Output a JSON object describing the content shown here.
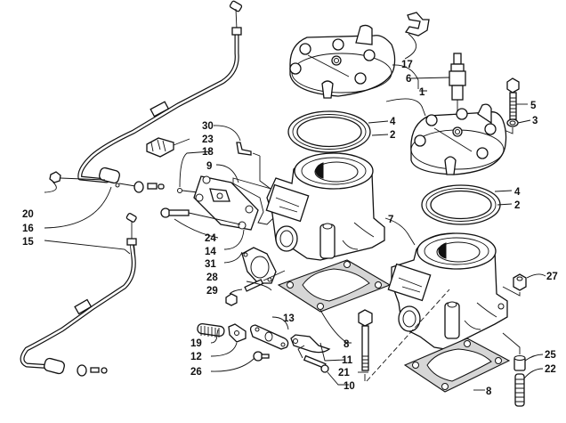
{
  "diagram": {
    "title": "Cylinder and Head Assembly (exploded parts view)",
    "callouts": [
      {
        "id": "c1",
        "label": "1",
        "part": "cylinder-head"
      },
      {
        "id": "c2a",
        "label": "2",
        "part": "head-gasket-outer"
      },
      {
        "id": "c2b",
        "label": "2",
        "part": "head-gasket-outer"
      },
      {
        "id": "c3",
        "label": "3",
        "part": "washer"
      },
      {
        "id": "c4a",
        "label": "4",
        "part": "o-ring"
      },
      {
        "id": "c4b",
        "label": "4",
        "part": "o-ring"
      },
      {
        "id": "c5",
        "label": "5",
        "part": "head-bolt"
      },
      {
        "id": "c6",
        "label": "6",
        "part": "spark-plug"
      },
      {
        "id": "c7",
        "label": "7",
        "part": "cylinder"
      },
      {
        "id": "c8a",
        "label": "8",
        "part": "base-gasket"
      },
      {
        "id": "c8b",
        "label": "8",
        "part": "base-gasket"
      },
      {
        "id": "c9",
        "label": "9",
        "part": "exhaust-valve-gasket"
      },
      {
        "id": "c10",
        "label": "10",
        "part": "screw"
      },
      {
        "id": "c11",
        "label": "11",
        "part": "valve-lever"
      },
      {
        "id": "c12",
        "label": "12",
        "part": "cable-clamp"
      },
      {
        "id": "c13",
        "label": "13",
        "part": "bracket"
      },
      {
        "id": "c14",
        "label": "14",
        "part": "valve-cover"
      },
      {
        "id": "c15",
        "label": "15",
        "part": "exhaust-valve-cable-lower"
      },
      {
        "id": "c16",
        "label": "16",
        "part": "exhaust-valve-cable-upper"
      },
      {
        "id": "c17",
        "label": "17",
        "part": "spark-plug-clip"
      },
      {
        "id": "c18",
        "label": "18",
        "part": "o-ring-small"
      },
      {
        "id": "c19",
        "label": "19",
        "part": "spring"
      },
      {
        "id": "c20",
        "label": "20",
        "part": "nut"
      },
      {
        "id": "c21",
        "label": "21",
        "part": "long-bolt"
      },
      {
        "id": "c22",
        "label": "22",
        "part": "stud"
      },
      {
        "id": "c23",
        "label": "23",
        "part": "cable-holder"
      },
      {
        "id": "c24",
        "label": "24",
        "part": "cover-bolt"
      },
      {
        "id": "c25",
        "label": "25",
        "part": "spacer"
      },
      {
        "id": "c26",
        "label": "26",
        "part": "bolt-small"
      },
      {
        "id": "c27",
        "label": "27",
        "part": "flange-nut"
      },
      {
        "id": "c28",
        "label": "28",
        "part": "exhaust-stud"
      },
      {
        "id": "c29",
        "label": "29",
        "part": "exhaust-nut"
      },
      {
        "id": "c30",
        "label": "30",
        "part": "pin"
      },
      {
        "id": "c31",
        "label": "31",
        "part": "exhaust-gasket"
      }
    ]
  }
}
